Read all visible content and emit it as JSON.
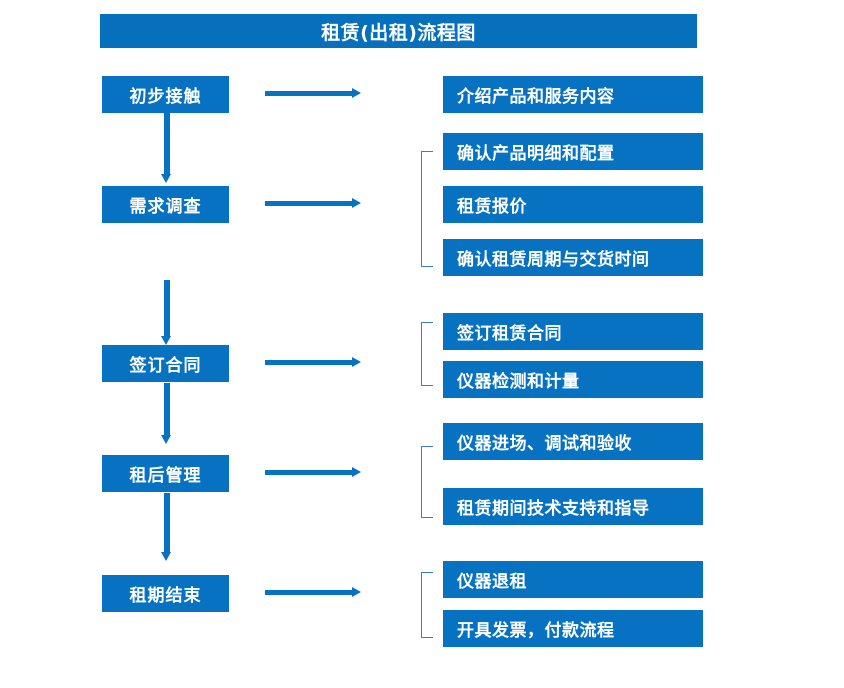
{
  "diagram": {
    "title": "租赁(出租)流程图",
    "type": "flowchart",
    "colors": {
      "box_blue": "#0672c1",
      "banner_blue": "#0670bd",
      "arrow_blue": "#0672c1",
      "bracket_blue": "#3a7fc2",
      "text": "#ffffff",
      "background": "#ffffff"
    },
    "stages": [
      {
        "id": "stage-1",
        "label": "初步接触",
        "details": [
          "介绍产品和服务内容"
        ]
      },
      {
        "id": "stage-2",
        "label": "需求调查",
        "details": [
          "确认产品明细和配置",
          "租赁报价",
          "确认租赁周期与交货时间"
        ]
      },
      {
        "id": "stage-3",
        "label": "签订合同",
        "details": [
          "签订租赁合同",
          "仪器检测和计量"
        ]
      },
      {
        "id": "stage-4",
        "label": "租后管理",
        "details": [
          "仪器进场、调试和验收",
          "租赁期间技术支持和指导"
        ]
      },
      {
        "id": "stage-5",
        "label": "租期结束",
        "details": [
          "仪器退租",
          "开具发票，付款流程"
        ]
      }
    ]
  }
}
